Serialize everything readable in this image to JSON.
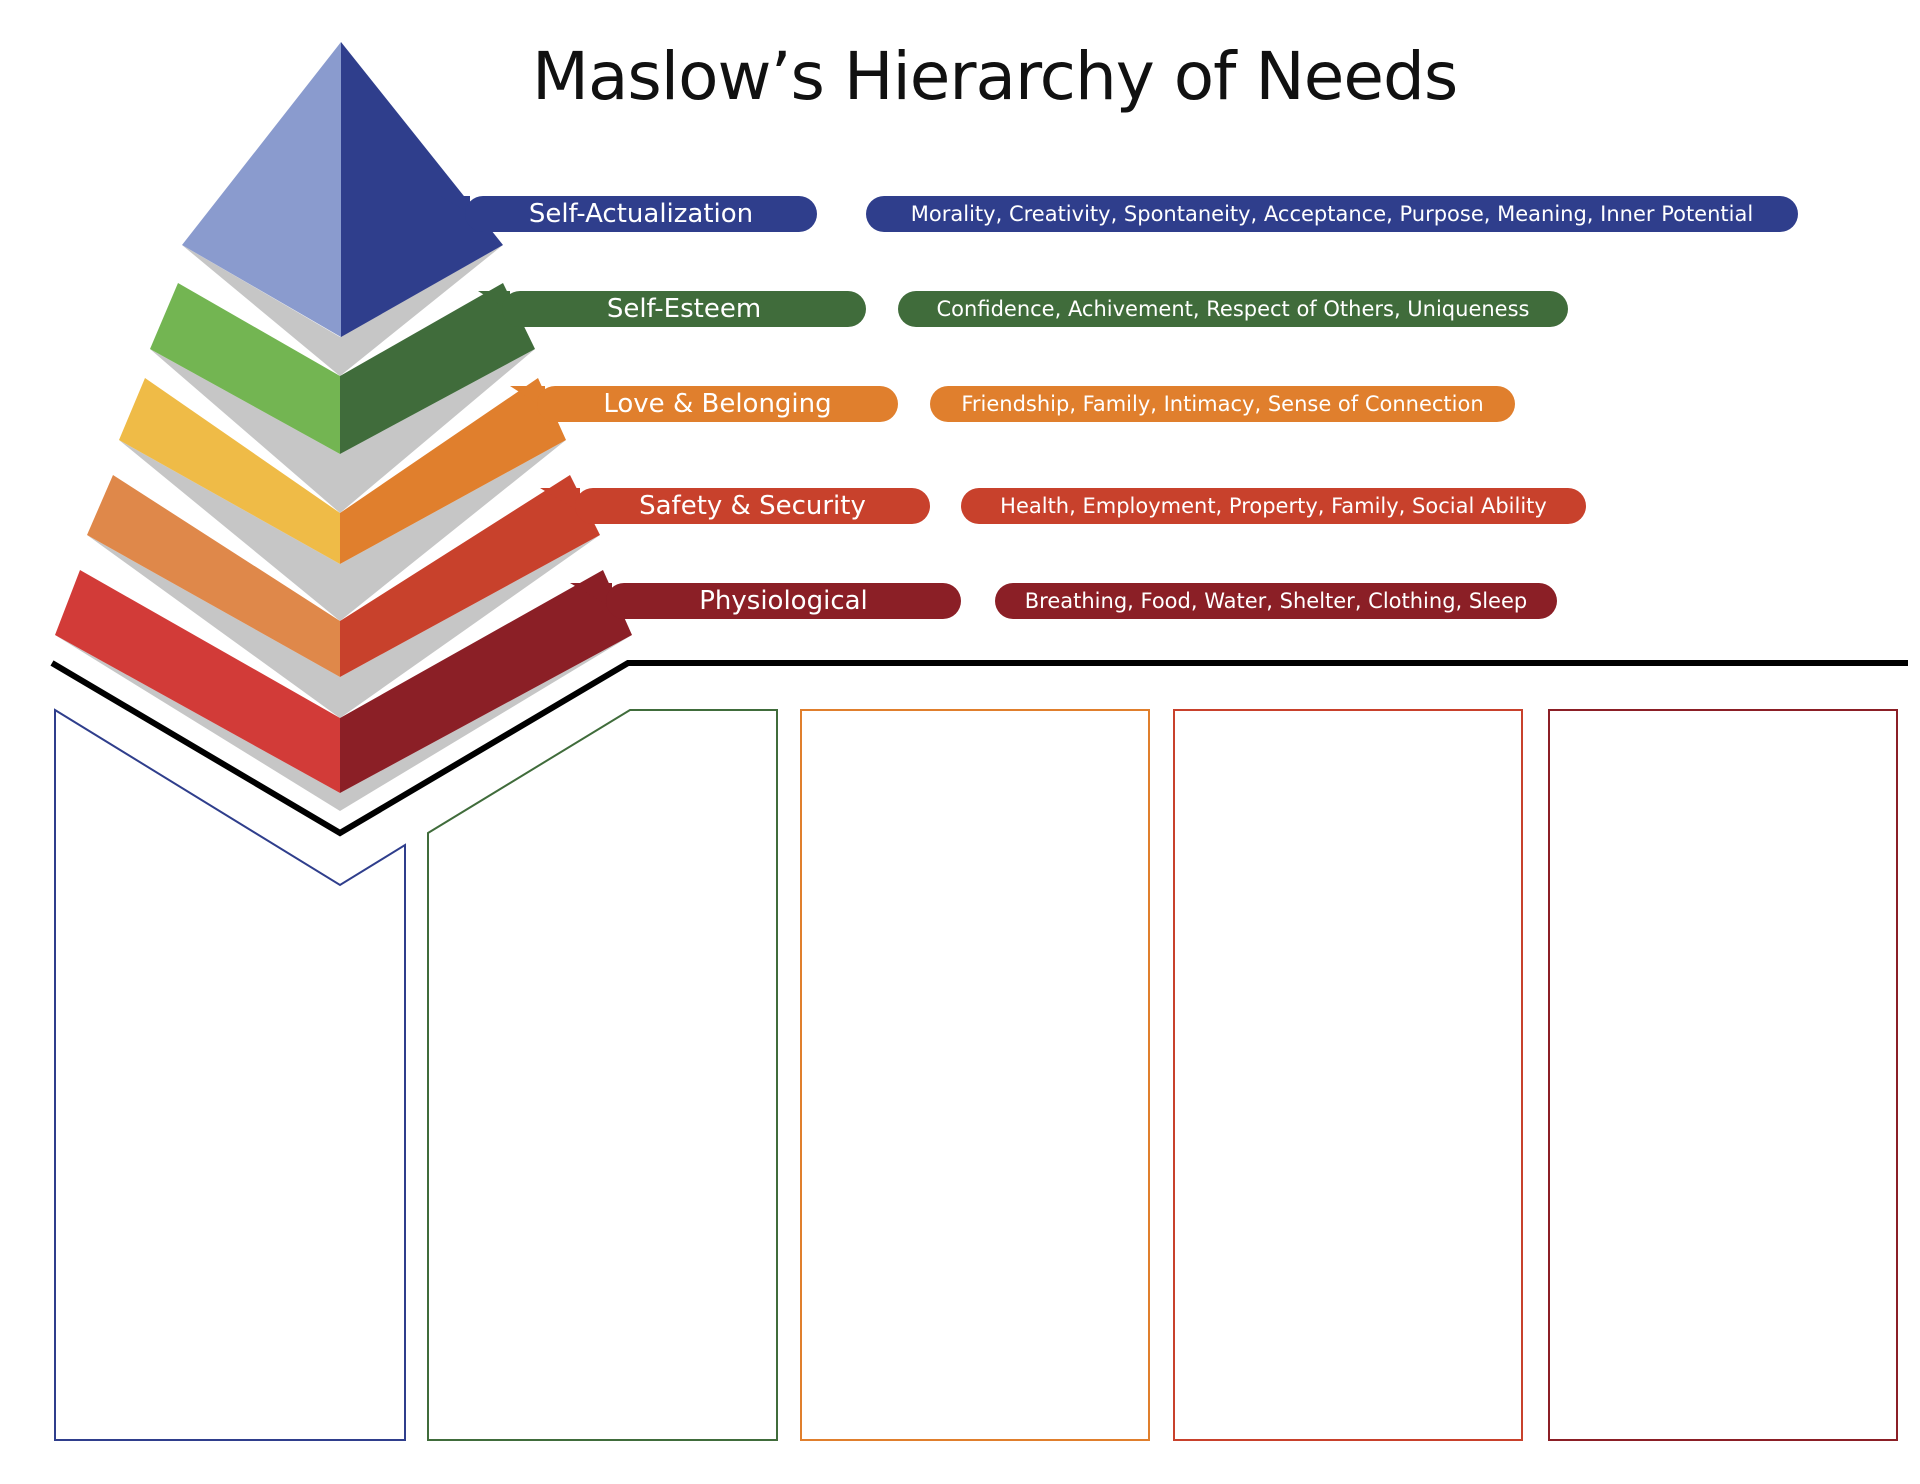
{
  "title": "Maslow’s Hierarchy of Needs",
  "levels": [
    {
      "label": "Self-Actualization",
      "items": "Morality, Creativity, Spontaneity, Acceptance, Purpose, Meaning, Inner Potential",
      "color": "#2f3e8c"
    },
    {
      "label": "Self-Esteem",
      "items": "Confidence, Achivement, Respect of Others, Uniqueness",
      "color": "#406c3b"
    },
    {
      "label": "Love & Belonging",
      "items": "Friendship, Family, Intimacy, Sense of Connection",
      "color": "#e07f2d"
    },
    {
      "label": "Safety & Security",
      "items": "Health, Employment, Property, Family, Social Ability",
      "color": "#c8412c"
    },
    {
      "label": "Physiological",
      "items": "Breathing, Food, Water, Shelter, Clothing, Sleep",
      "color": "#8b1f26"
    }
  ],
  "pyramid_colors": {
    "apex_light": "#8a9bce",
    "apex_dark": "#2f3e8c",
    "esteem_light": "#73b552",
    "esteem_dark": "#406c3b",
    "love_light": "#efbb47",
    "love_dark": "#e07f2d",
    "safety_light": "#df884a",
    "safety_dark": "#c8412c",
    "phys_light": "#d23b38",
    "phys_dark": "#8b1f26",
    "gap": "#c6c6c6"
  },
  "box_colors": [
    "#2f3e8c",
    "#406c3b",
    "#e07f2d",
    "#c8412c",
    "#8b1f26"
  ]
}
